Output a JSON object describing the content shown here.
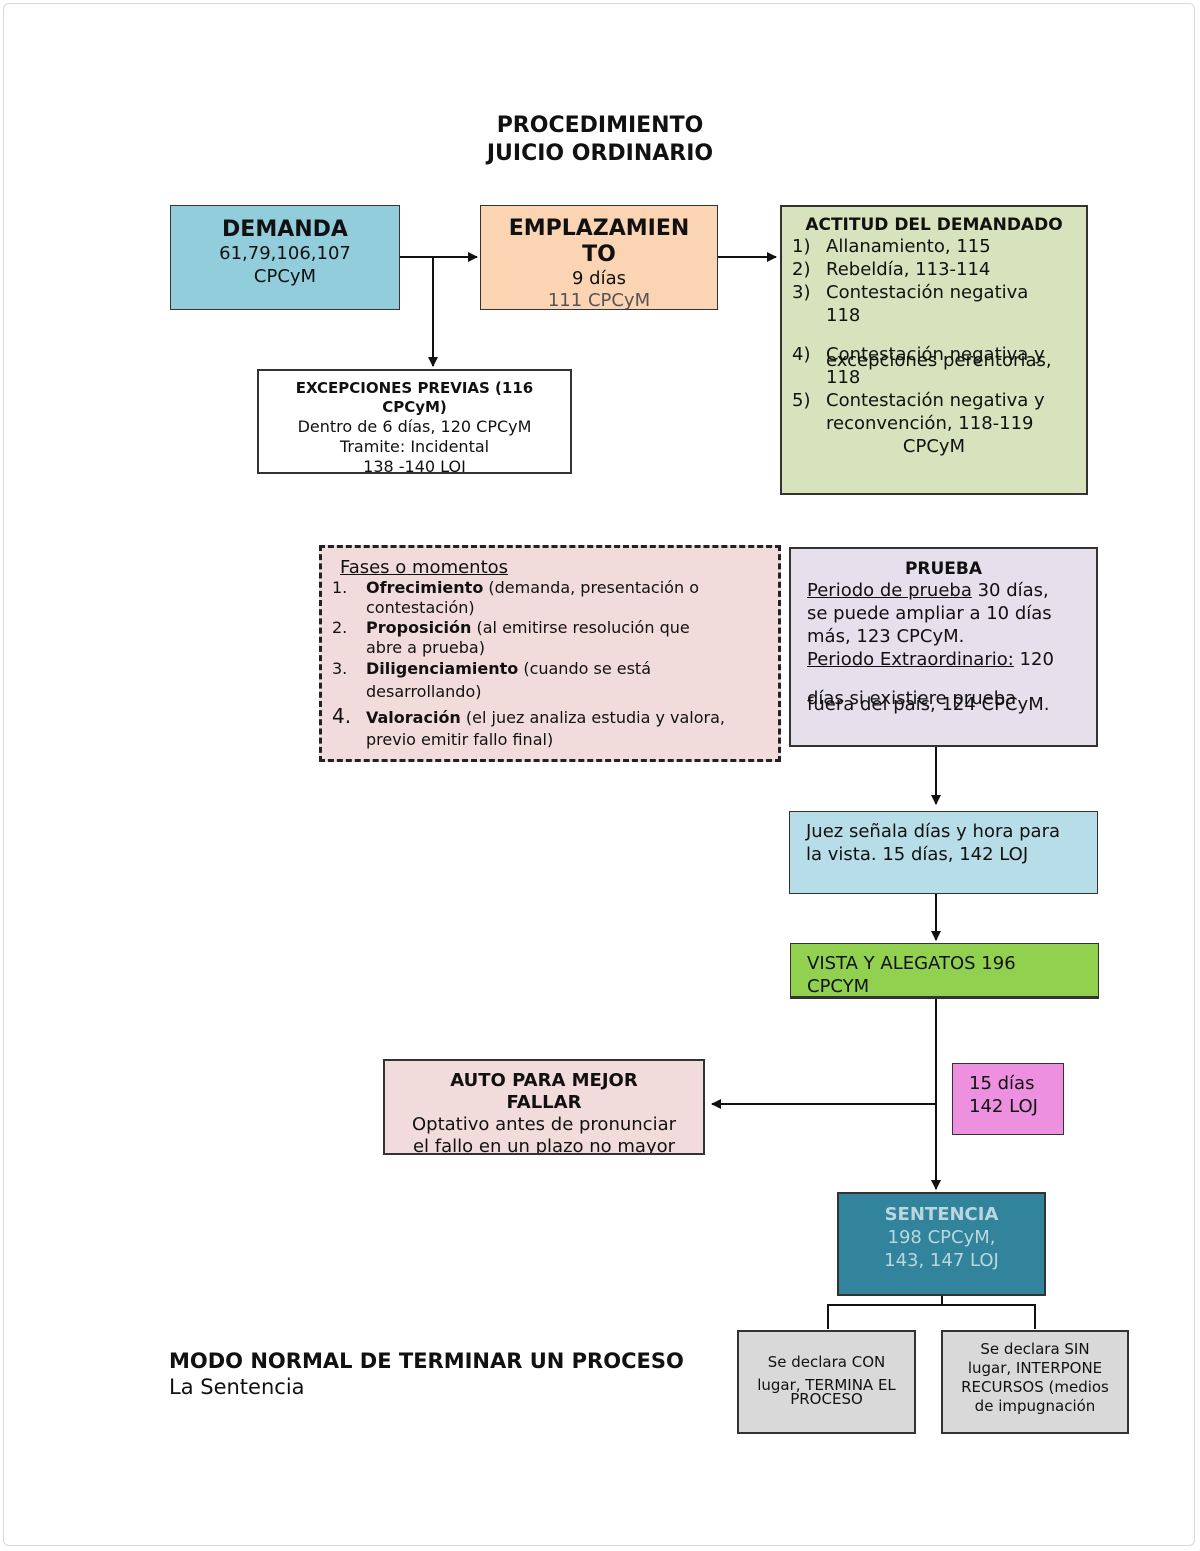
{
  "title": {
    "line1": "PROCEDIMIENTO",
    "line2": "JUICIO ORDINARIO"
  },
  "demanda": {
    "heading": "DEMANDA",
    "line1": "61,79,106,107",
    "line2": "CPCyM"
  },
  "emplazamiento": {
    "heading1": "EMPLAZAMIEN",
    "heading2": "TO",
    "line1": "9 días",
    "line2": "111 CPCyM"
  },
  "actitud": {
    "heading": "ACTITUD DEL DEMANDADO",
    "items": [
      {
        "num": "1)",
        "text": "Allanamiento, 115"
      },
      {
        "num": "2)",
        "text": "Rebeldía, 113-114"
      },
      {
        "num": "3)",
        "text": "Contestación negativa",
        "text2": "118"
      },
      {
        "num": "4)",
        "text": "Contestación negativa y",
        "overlap": "excepciones perentorias,",
        "text2": "118"
      },
      {
        "num": "5)",
        "text": "Contestación negativa y",
        "text2": "reconvención, 118-119",
        "text3": "CPCyM"
      }
    ]
  },
  "excepciones": {
    "heading1": "EXCEPCIONES PREVIAS (116",
    "heading2": "CPCyM)",
    "line1": "Dentro de 6 días, 120 CPCyM",
    "line2": "Tramite: Incidental",
    "line3": "138 -140 LOJ"
  },
  "fases": {
    "heading": "Fases o momentos",
    "items": [
      {
        "num": "1.",
        "bold": "Ofrecimiento",
        "rest": " (demanda, presentación o",
        "rest2": "contestación)"
      },
      {
        "num": "2.",
        "bold": "Proposición",
        "rest": " (al emitirse resolución que",
        "rest2": "abre a prueba)"
      },
      {
        "num": "3.",
        "bold": "Diligenciamiento",
        "rest": " (cuando se está",
        "rest2": "desarrollando)"
      },
      {
        "num": "4.",
        "bold": "Valoración",
        "rest": " (el juez analiza estudia y valora,",
        "rest2": "previo emitir fallo final)"
      }
    ]
  },
  "prueba": {
    "heading": "PRUEBA",
    "p1_u": "Periodo de prueba",
    "p1": " 30 días,",
    "p2": "se puede ampliar a 10 días",
    "p3": "más, 123 CPCyM.",
    "p4_u": "Periodo Extraordinario:",
    "p4": " 120",
    "p5": "días si existiere prueba",
    "p6": "fuera del país, 124 CPCyM."
  },
  "juez": {
    "line1": "Juez señala días y hora para",
    "line2": "la vista. 15 días, 142 LOJ"
  },
  "vista": {
    "line1": "VISTA Y ALEGATOS 196",
    "line2": "CPCYM"
  },
  "plazo": {
    "line1": "15 días",
    "line2": "142 LOJ"
  },
  "auto": {
    "heading1": "AUTO PARA MEJOR",
    "heading2": "FALLAR",
    "line1": "Optativo antes de pronunciar",
    "line2": "el fallo en un plazo no mayor"
  },
  "sentencia": {
    "heading": "SENTENCIA",
    "line1": "198 CPCyM,",
    "line2": "143, 147 LOJ"
  },
  "con_lugar": {
    "line1": "Se declara CON",
    "line2": "lugar, TERMINA EL",
    "line3": "PROCESO"
  },
  "sin_lugar": {
    "line1": "Se declara SIN",
    "line2": "lugar, INTERPONE",
    "line3": "RECURSOS (medios",
    "line4": "de impugnación"
  },
  "modo": {
    "heading": "MODO NORMAL DE TERMINAR UN PROCESO",
    "sub": "La Sentencia"
  },
  "colors": {
    "demanda": "#92cddc",
    "emplazamiento": "#fbd4b4",
    "actitud": "#d6e3bc",
    "fases": "#f2dcdb",
    "prueba": "#e5e0ec",
    "juez": "#b7dde8",
    "vista": "#92d050",
    "plazo": "#ee90e0",
    "auto": "#f2dcdb",
    "sentencia": "#31849b",
    "gris": "#d9d9d9"
  }
}
